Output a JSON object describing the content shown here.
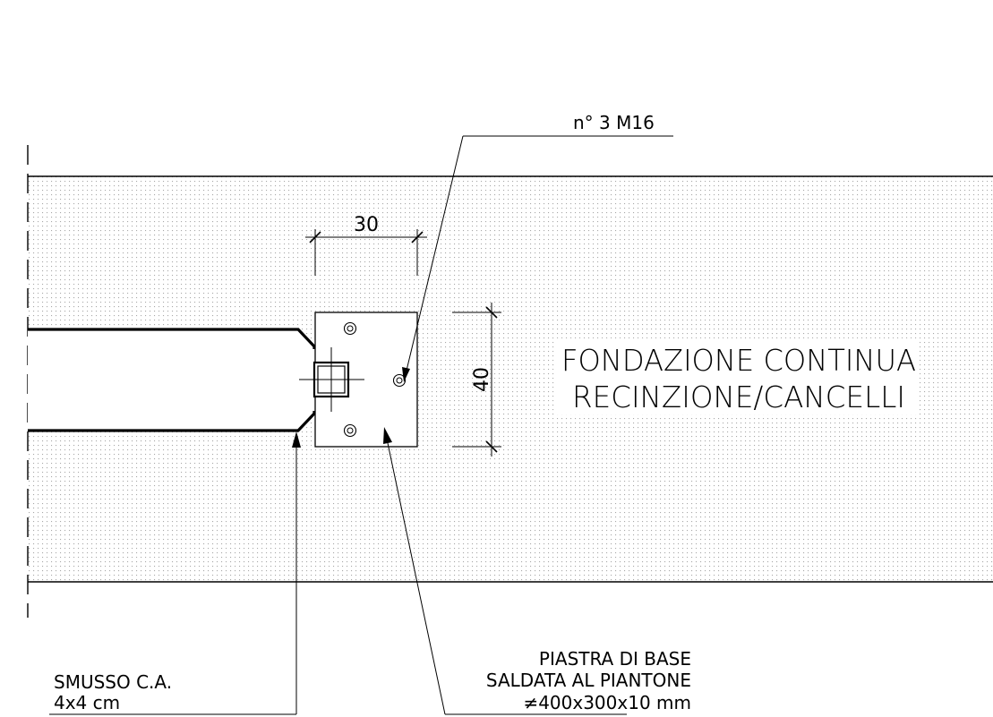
{
  "dimensions": {
    "horizontal": "30",
    "vertical": "40"
  },
  "foundation_label": {
    "line1": "FONDAZIONE  CONTINUA",
    "line2": "RECINZIONE/CANCELLI"
  },
  "bolts_label": "n° 3  M16",
  "chamfer_label": {
    "line1": "SMUSSO  C.A.",
    "line2": "4x4  cm"
  },
  "plate_label": {
    "line1": "PIASTRA  DI  BASE",
    "line2": "SALDATA  AL  PIANTONE",
    "line3": "≠400x300x10  mm"
  },
  "colors": {
    "line": "#000000",
    "hatch_dot": "#9a9a9a",
    "background": "#ffffff"
  }
}
